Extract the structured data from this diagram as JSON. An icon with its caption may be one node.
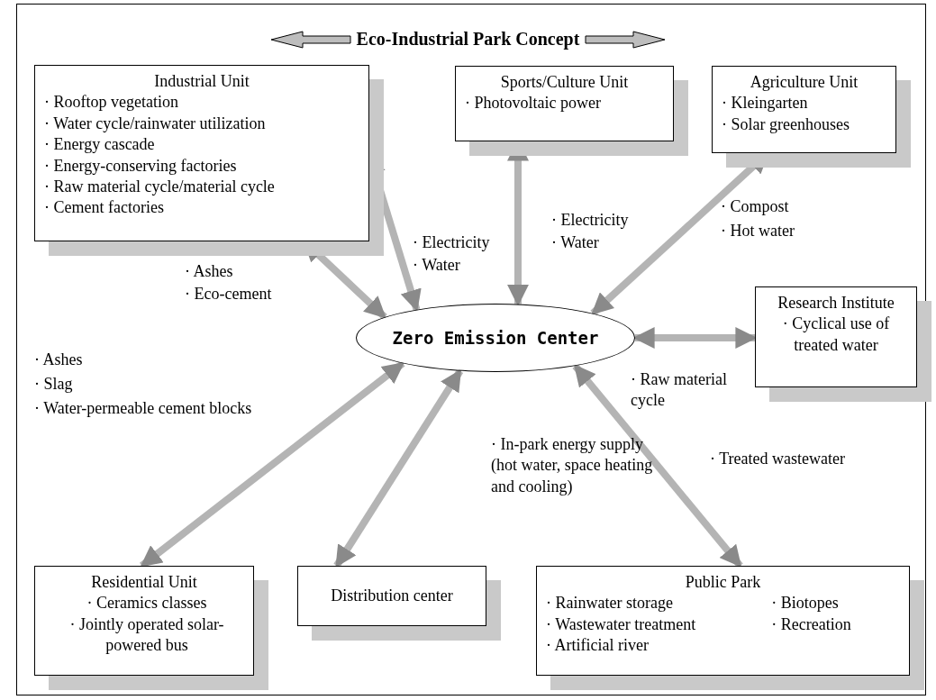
{
  "diagram": {
    "title": "Eco-Industrial Park Concept",
    "nodes": [
      {
        "text": [
          "Industrial Unit",
          "· Rooftop vegetation",
          "· Water cycle/rainwater utilization",
          "· Energy cascade",
          "· Energy-conserving factories",
          "· Raw material cycle/material cycle",
          "· Cement factories"
        ]
      },
      {
        "text": [
          "Sports/Culture Unit",
          "· Photovoltaic power"
        ]
      },
      {
        "text": [
          "Agriculture Unit",
          "· Kleingarten",
          "· Solar greenhouses"
        ]
      },
      {
        "text": [
          "Zero Emission Center"
        ]
      },
      {
        "text": [
          "Research Institute",
          "· Cyclical use of treated water"
        ]
      },
      {
        "text": [
          "Residential Unit",
          "· Ceramics classes",
          "· Jointly operated solar-powered bus"
        ]
      },
      {
        "text": [
          "Distribution center"
        ]
      },
      {
        "text": [
          "Public Park",
          "· Rainwater storage",
          "· Biotopes",
          "· Wastewater treatment",
          "· Recreation",
          "· Artificial river"
        ]
      }
    ],
    "edges": [
      {
        "from": 0,
        "to": 3,
        "arrow": "both"
      },
      {
        "from": 0,
        "to": 3,
        "arrow": "both"
      },
      {
        "from": 1,
        "to": 3,
        "arrow": "both"
      },
      {
        "from": 2,
        "to": 3,
        "arrow": "both"
      },
      {
        "from": 3,
        "to": 4,
        "arrow": "both"
      },
      {
        "from": 5,
        "to": 3,
        "arrow": "both"
      },
      {
        "from": 6,
        "to": 3,
        "arrow": "both"
      },
      {
        "from": 7,
        "to": 3,
        "arrow": "both"
      }
    ],
    "labels": [
      "· Electricity",
      "· Water",
      "· Electricity",
      "· Water",
      "· Compost",
      "· Hot water",
      "· Ashes",
      "· Eco-cement",
      "· Ashes",
      "· Slag",
      "· Water-permeable cement blocks",
      "· Raw material cycle",
      "· In-park energy supply (hot water, space heating and cooling)",
      "· Treated wastewater"
    ]
  }
}
